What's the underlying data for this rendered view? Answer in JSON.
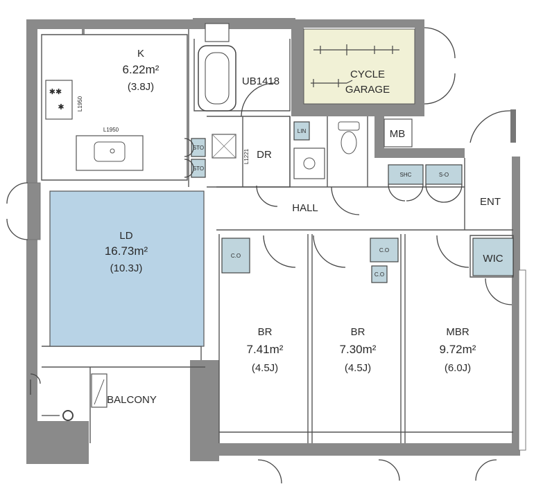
{
  "rooms": {
    "kitchen": {
      "name": "K",
      "area": "6.22m²",
      "jo": "(3.8J)"
    },
    "living": {
      "name": "LD",
      "area": "16.73m²",
      "jo": "(10.3J)"
    },
    "bath": {
      "name": "UB1418"
    },
    "cycle": {
      "line1": "CYCLE",
      "line2": "GARAGE"
    },
    "mb": {
      "name": "MB"
    },
    "dressing": {
      "name": "DR"
    },
    "hall": {
      "name": "HALL"
    },
    "entrance": {
      "name": "ENT"
    },
    "wic": {
      "name": "WIC"
    },
    "br1": {
      "name": "BR",
      "area": "7.41m²",
      "jo": "(4.5J)"
    },
    "br2": {
      "name": "BR",
      "area": "7.30m²",
      "jo": "(4.5J)"
    },
    "mbr": {
      "name": "MBR",
      "area": "9.72m²",
      "jo": "(6.0J)"
    },
    "balcony": {
      "name": "BALCONY"
    }
  },
  "storage": {
    "sto_upper": "STO",
    "sto_lower": "STO",
    "lin": "LIN",
    "shc": "SHC",
    "shelf": "S-O",
    "co_br1": "C.O",
    "co_br2_a": "C.O",
    "co_br2_b": "C.O"
  },
  "dimensions": {
    "counter_vertical": "L1950",
    "counter_horizontal": "L1950",
    "dr_dim": "L1221"
  },
  "colors": {
    "living_fill": "#b8d3e6",
    "cycle_fill": "#f1f1d6",
    "wall": "#8a8a8a",
    "closet_fill": "#bfd5dd"
  }
}
